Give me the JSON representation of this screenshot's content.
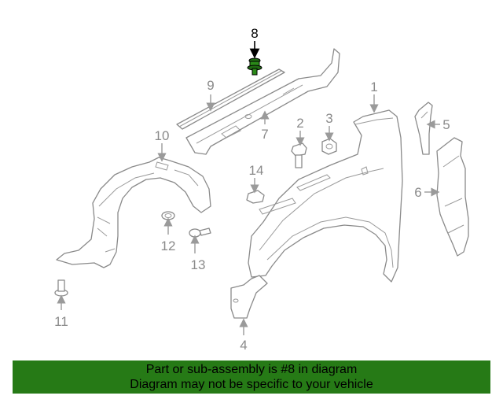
{
  "diagram": {
    "callouts": [
      "1",
      "2",
      "3",
      "4",
      "5",
      "6",
      "7",
      "8",
      "9",
      "10",
      "11",
      "12",
      "13",
      "14"
    ],
    "highlighted_part": "8",
    "highlight_color": "#267a16"
  },
  "banner": {
    "line1": "Part or sub-assembly is #8 in diagram",
    "line2": "Diagram may not be specific to your vehicle",
    "background": "#267a16"
  }
}
